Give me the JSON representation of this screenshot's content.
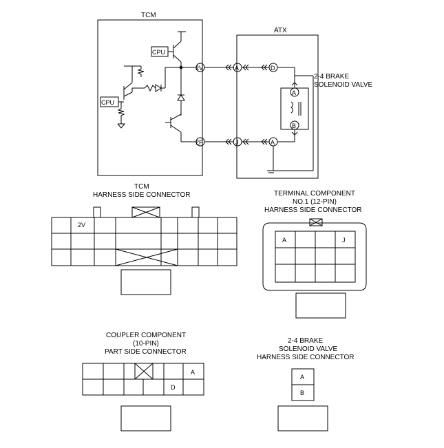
{
  "diagram": {
    "tcm_box_label": "TCM",
    "atx_box_label": "ATX",
    "cpu_top": "CPU",
    "cpu_left": "CPU",
    "terminal_2v": "2V",
    "terminal_2p": "2P",
    "node_a_mid": "A",
    "node_j_mid": "J",
    "node_d": "D",
    "node_a_low": "A",
    "coil_a": "A",
    "coil_b": "B",
    "valve_label_1": "2-4 BRAKE",
    "valve_label_2": "SOLENOID VALVE"
  },
  "connectors": {
    "tcm": {
      "title1": "TCM",
      "title2": "HARNESS SIDE CONNECTOR",
      "pin_label": "2V"
    },
    "terminal": {
      "title1": "TERMINAL COMPONENT",
      "title2": "NO.1 (12-PIN)",
      "title3": "HARNESS SIDE CONNECTOR",
      "pin_a": "A",
      "pin_j": "J"
    },
    "coupler": {
      "title1": "COUPLER COMPONENT",
      "title2": "(10-PIN)",
      "title3": "PART SIDE CONNECTOR",
      "pin_a": "A",
      "pin_d": "D"
    },
    "valve": {
      "title1": "2-4 BRAKE",
      "title2": "SOLENOID VALVE",
      "title3": "HARNESS SIDE CONNECTOR",
      "pin_a": "A",
      "pin_b": "B"
    }
  }
}
